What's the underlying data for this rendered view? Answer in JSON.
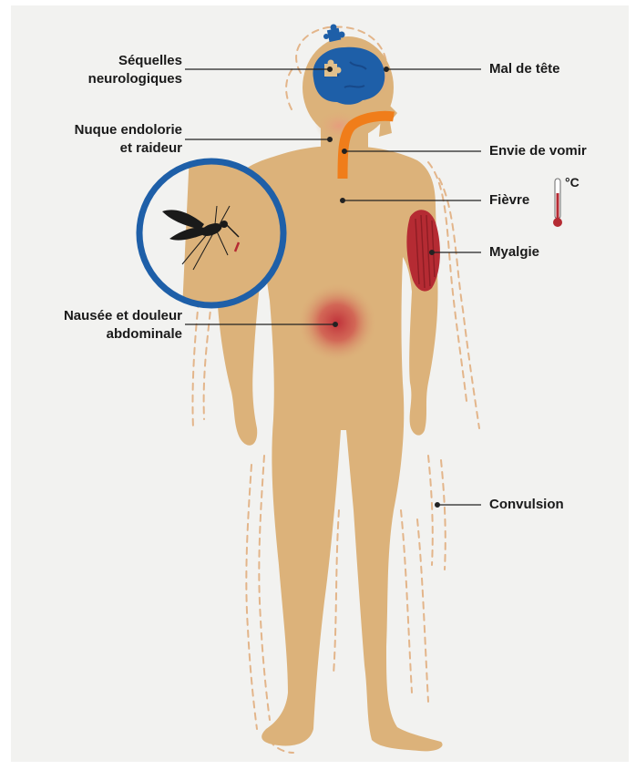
{
  "colors": {
    "background": "#f2f2f0",
    "skin": "#dcb27a",
    "brain": "#1e5fa8",
    "throat": "#f07d1a",
    "inflammation": "#c0323a",
    "ring": "#1e5fa8",
    "tremor": "#e3b58a",
    "leader": "#222222"
  },
  "icons": {
    "puzzle": "puzzle-piece-icon",
    "thermometer": "thermometer-icon",
    "mosquito": "mosquito-icon"
  },
  "labels": {
    "sequelles": "Séquelles\nneurologiques",
    "nuque": "Nuque endolorie\net raideur",
    "nausee": "Nausée et douleur\nabdominale",
    "mal_de_tete": "Mal de tête",
    "vomir": "Envie de vomir",
    "fievre": "Fièvre",
    "myalgie": "Myalgie",
    "convulsion": "Convulsion",
    "celsius": "°C"
  }
}
